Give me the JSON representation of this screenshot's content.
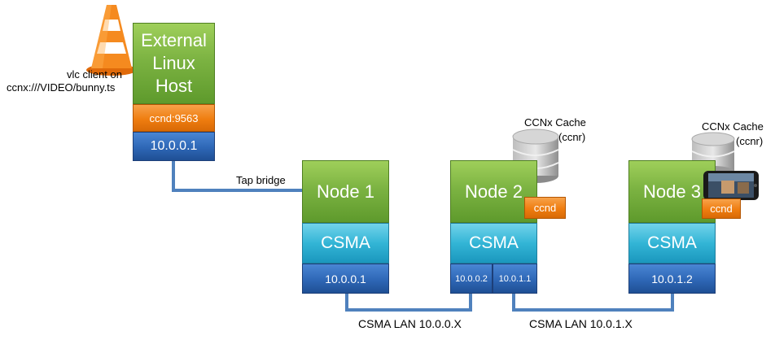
{
  "vlc": {
    "line1": "vlc client on",
    "line2": "ccnx:///VIDEO/bunny.ts"
  },
  "host": {
    "title_l1": "External",
    "title_l2": "Linux",
    "title_l3": "Host",
    "ccnd": "ccnd:9563",
    "ip": "10.0.0.1"
  },
  "tap_bridge": "Tap bridge",
  "node1": {
    "title": "Node 1",
    "csma": "CSMA",
    "ip": "10.0.0.1"
  },
  "node2": {
    "title": "Node 2",
    "ccnd": "ccnd",
    "csma": "CSMA",
    "ip_left": "10.0.0.2",
    "ip_right": "10.0.1.1",
    "cache_l1": "CCNx Cache",
    "cache_l2": "(ccnr)"
  },
  "node3": {
    "title": "Node 3",
    "ccnd": "ccnd",
    "csma": "CSMA",
    "ip": "10.0.1.2",
    "cache_l1": "CCNx Cache",
    "cache_l2": "(ccnr)"
  },
  "lan1": "CSMA LAN 10.0.0.X",
  "lan2": "CSMA LAN 10.0.1.X",
  "colors": {
    "node": "#7cb342",
    "csma": "#33b5d6",
    "ip": "#2e67b6",
    "ccnd": "#ef7d10",
    "link": "#4f81bd"
  }
}
